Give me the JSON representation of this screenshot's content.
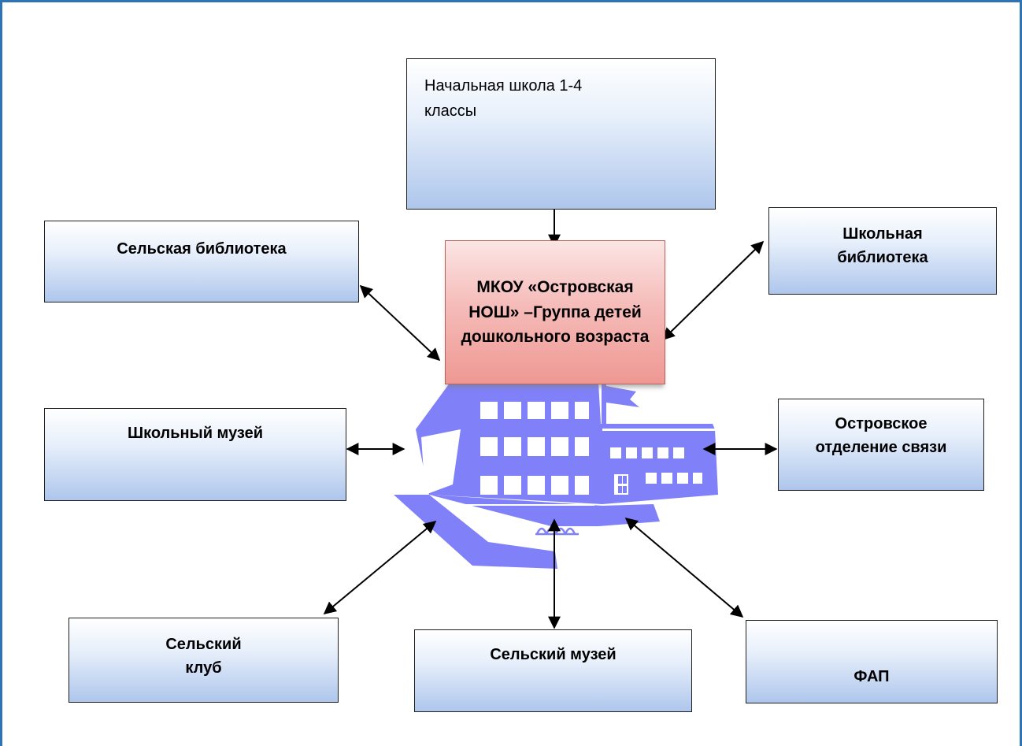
{
  "center": {
    "label": "МКОУ «Островская НОШ» –Группа детей дошкольного возраста"
  },
  "nodes": {
    "primary_school": {
      "label": "Начальная школа 1-4 классы"
    },
    "village_library": {
      "label": "Сельская библиотека"
    },
    "school_library": {
      "label": "Школьная библиотека"
    },
    "school_museum": {
      "label": "Школьный музей"
    },
    "post_office": {
      "label": "Островское отделение связи"
    },
    "village_club": {
      "label": "Сельский клуб"
    },
    "village_museum": {
      "label": "Сельский музей"
    },
    "fap": {
      "label": "ФАП"
    }
  },
  "colors": {
    "frame": "#2e74b5",
    "box_gradient_top": "#ffffff",
    "box_gradient_bottom": "#aec6ec",
    "center_gradient_top": "#fbe5e4",
    "center_gradient_bottom": "#ef9893",
    "building": "#8080f8",
    "arrow": "#000000"
  },
  "icons": {
    "building": "school-building-icon",
    "arrows": "double-headed-arrow"
  }
}
